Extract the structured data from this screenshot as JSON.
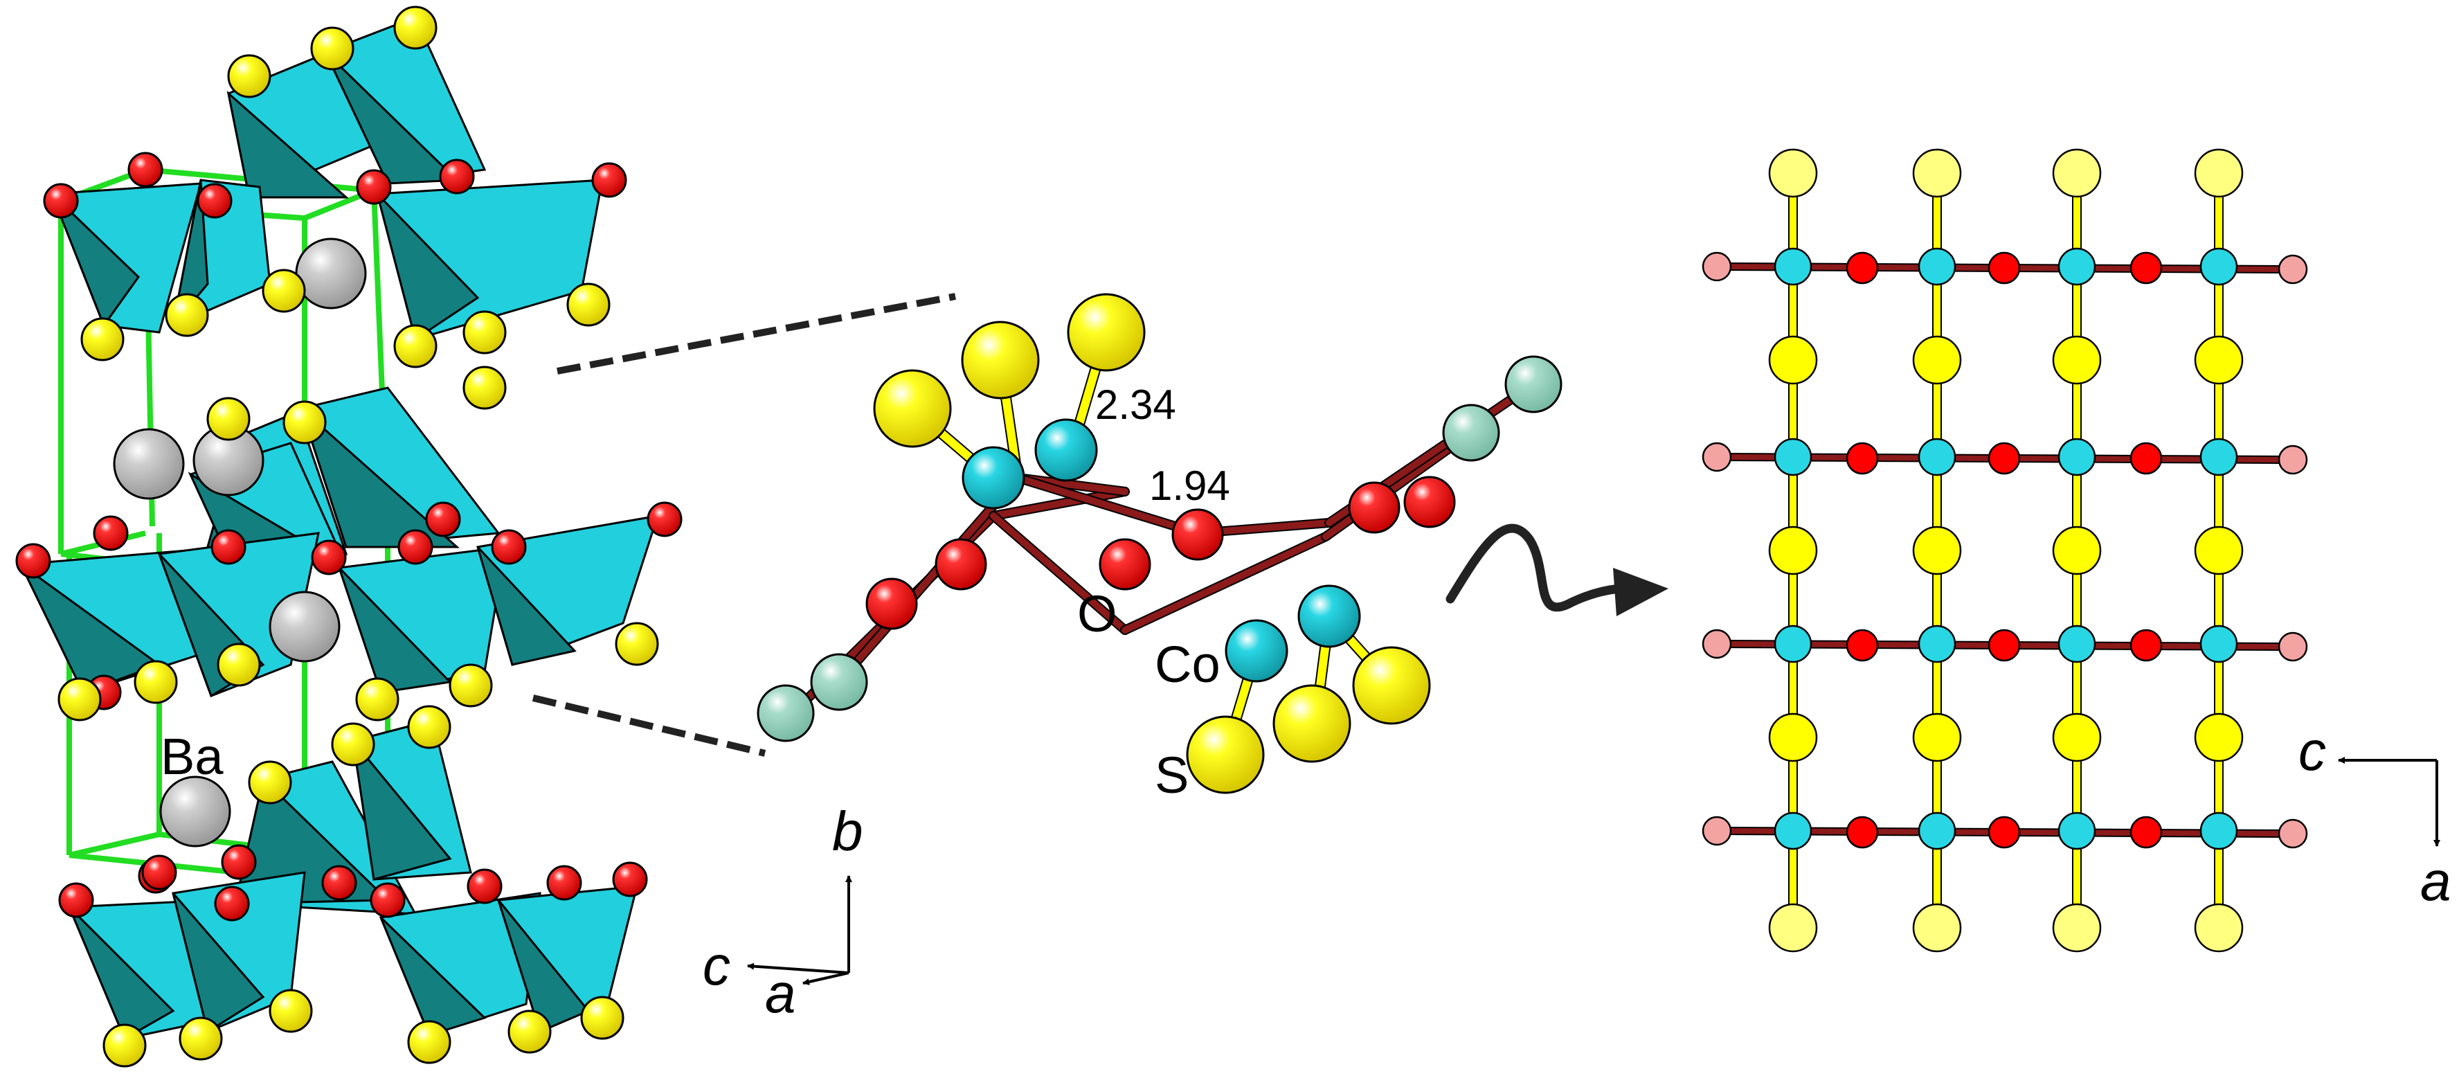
{
  "labels": {
    "ba": "Ba",
    "o": "O",
    "co": "Co",
    "s": "S",
    "bond_co_s": "2.34",
    "bond_co_o": "1.94"
  },
  "axes": {
    "middle": {
      "up": "b",
      "left": "c",
      "into": "a"
    },
    "right": {
      "left": "c",
      "down": "a"
    }
  },
  "colors": {
    "cobalt": "#29d6e3",
    "tetrahedron_light": "#22cfdc",
    "tetrahedron_dark": "#147f7f",
    "oxygen": "#ff0000",
    "oxygen_faded": "#f4a3a3",
    "sulfur": "#ffff00",
    "sulfur_faded": "#ffff80",
    "barium": "#c0c0c0",
    "oxygen_ghost": "#9fd8c6",
    "unit_cell": "#22dd22",
    "bond": "#8b1a1a"
  }
}
